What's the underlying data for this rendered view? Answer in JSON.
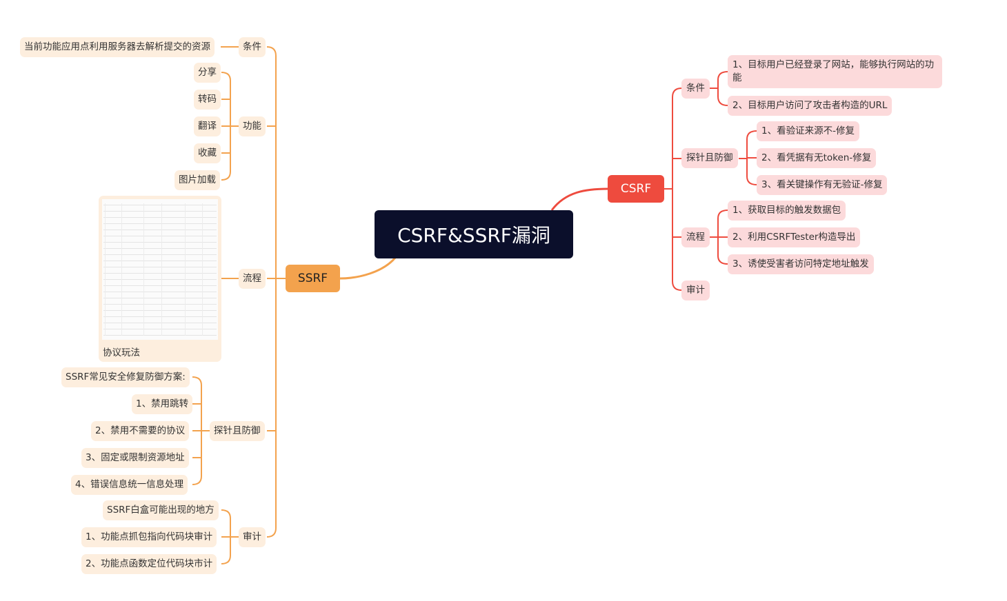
{
  "root": {
    "label": "CSRF&SSRF漏洞"
  },
  "csrf": {
    "label": "CSRF",
    "topics": {
      "condition": {
        "label": "条件",
        "items": [
          "1、目标用户已经登录了网站，能够执行网站的功能",
          "2、目标用户访问了攻击者构造的URL"
        ]
      },
      "probe": {
        "label": "探针且防御",
        "items": [
          "1、看验证来源不-修复",
          "2、看凭据有无token-修复",
          "3、看关键操作有无验证-修复"
        ]
      },
      "process": {
        "label": "流程",
        "items": [
          "1、获取目标的触发数据包",
          "2、利用CSRFTester构造导出",
          "3、诱使受害者访问特定地址触发"
        ]
      },
      "audit": {
        "label": "审计"
      }
    }
  },
  "ssrf": {
    "label": "SSRF",
    "topics": {
      "condition": {
        "label": "条件",
        "items": [
          "当前功能应用点利用服务器去解析提交的资源"
        ]
      },
      "feature": {
        "label": "功能",
        "items": [
          "分享",
          "转码",
          "翻译",
          "收藏",
          "图片加载"
        ]
      },
      "process": {
        "label": "流程",
        "image_caption": "协议玩法"
      },
      "probe": {
        "label": "探针且防御",
        "items": [
          "SSRF常见安全修复防御方案:",
          "1、禁用跳转",
          "2、禁用不需要的协议",
          "3、固定或限制资源地址",
          "4、错误信息统一信息处理"
        ]
      },
      "audit": {
        "label": "审计",
        "items": [
          "SSRF白盒可能出现的地方",
          "1、功能点抓包指向代码块审计",
          "2、功能点函数定位代码块市计"
        ]
      }
    }
  },
  "colors": {
    "root": "#0b0f2b",
    "csrf": "#ee4b3e",
    "ssrf": "#f3a24d",
    "csrf_leaf": "#fcdadb",
    "ssrf_leaf": "#fdeede"
  }
}
